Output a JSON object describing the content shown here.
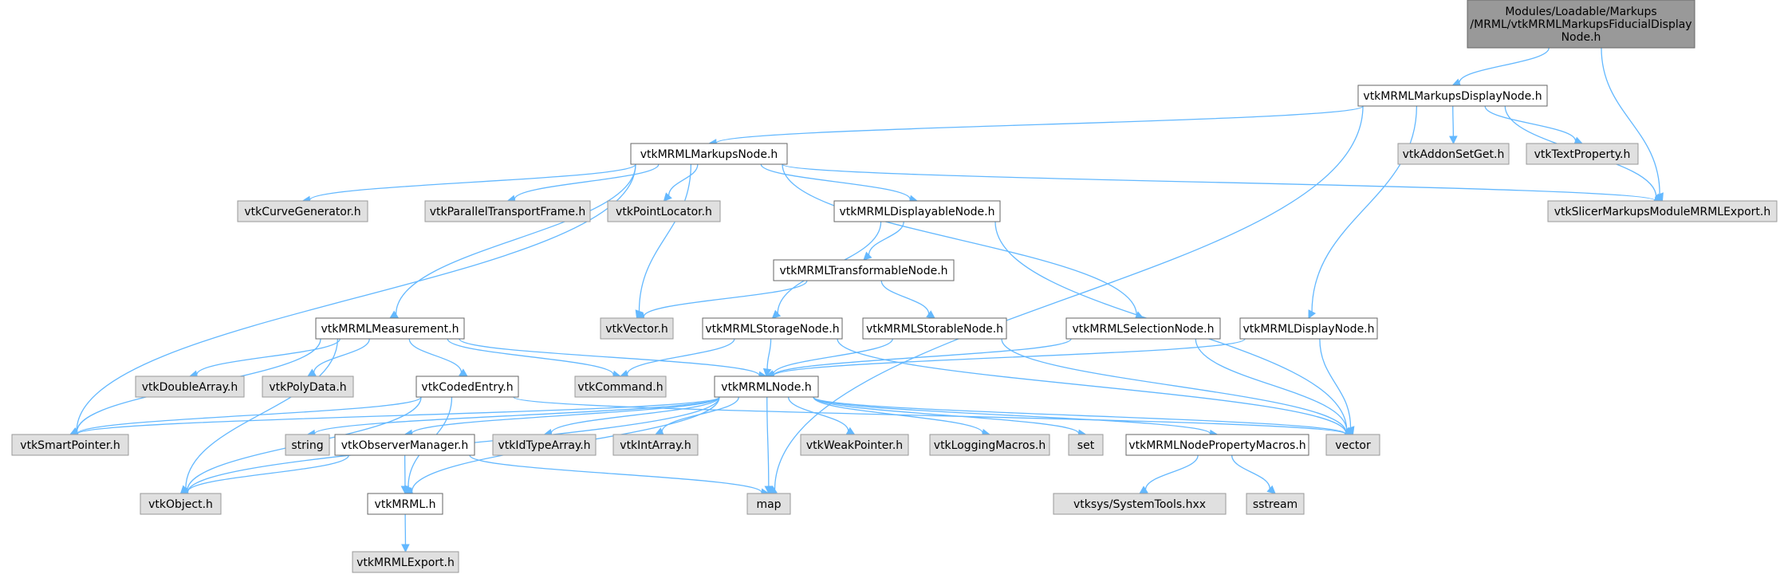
{
  "colors": {
    "root_fill": "#999999",
    "root_stroke": "#666666",
    "node_fill": "#ffffff",
    "node_stroke": "#666666",
    "external_fill": "#e0e0e0",
    "external_stroke": "#999999",
    "edge": "#63b8ff"
  },
  "nodes": [
    {
      "id": "root",
      "kind": "root",
      "lines": [
        "Modules/Loadable/Markups",
        "/MRML/vtkMRMLMarkupsFiducialDisplay",
        "Node.h"
      ]
    },
    {
      "id": "markupsdisplaynode",
      "kind": "doc",
      "lines": [
        "vtkMRMLMarkupsDisplayNode.h"
      ]
    },
    {
      "id": "markupsnode",
      "kind": "doc",
      "lines": [
        "vtkMRMLMarkupsNode.h"
      ]
    },
    {
      "id": "addonsetget",
      "kind": "external",
      "lines": [
        "vtkAddonSetGet.h"
      ]
    },
    {
      "id": "textproperty",
      "kind": "external",
      "lines": [
        "vtkTextProperty.h"
      ]
    },
    {
      "id": "slicerexport",
      "kind": "external",
      "lines": [
        "vtkSlicerMarkupsModuleMRMLExport.h"
      ]
    },
    {
      "id": "curvegenerator",
      "kind": "external",
      "lines": [
        "vtkCurveGenerator.h"
      ]
    },
    {
      "id": "paralleltransport",
      "kind": "external",
      "lines": [
        "vtkParallelTransportFrame.h"
      ]
    },
    {
      "id": "pointlocator",
      "kind": "external",
      "lines": [
        "vtkPointLocator.h"
      ]
    },
    {
      "id": "displayablenode",
      "kind": "doc",
      "lines": [
        "vtkMRMLDisplayableNode.h"
      ]
    },
    {
      "id": "transformablenode",
      "kind": "doc",
      "lines": [
        "vtkMRMLTransformableNode.h"
      ]
    },
    {
      "id": "measurement",
      "kind": "doc",
      "lines": [
        "vtkMRMLMeasurement.h"
      ]
    },
    {
      "id": "vector_h",
      "kind": "external",
      "lines": [
        "vtkVector.h"
      ]
    },
    {
      "id": "storagenode",
      "kind": "doc",
      "lines": [
        "vtkMRMLStorageNode.h"
      ]
    },
    {
      "id": "storablenode",
      "kind": "doc",
      "lines": [
        "vtkMRMLStorableNode.h"
      ]
    },
    {
      "id": "selectionnode",
      "kind": "doc",
      "lines": [
        "vtkMRMLSelectionNode.h"
      ]
    },
    {
      "id": "displaynode",
      "kind": "doc",
      "lines": [
        "vtkMRMLDisplayNode.h"
      ]
    },
    {
      "id": "doublearray",
      "kind": "external",
      "lines": [
        "vtkDoubleArray.h"
      ]
    },
    {
      "id": "polydata",
      "kind": "external",
      "lines": [
        "vtkPolyData.h"
      ]
    },
    {
      "id": "codedentry",
      "kind": "doc",
      "lines": [
        "vtkCodedEntry.h"
      ]
    },
    {
      "id": "command",
      "kind": "external",
      "lines": [
        "vtkCommand.h"
      ]
    },
    {
      "id": "mrmlnode",
      "kind": "doc",
      "lines": [
        "vtkMRMLNode.h"
      ]
    },
    {
      "id": "smartpointer",
      "kind": "external",
      "lines": [
        "vtkSmartPointer.h"
      ]
    },
    {
      "id": "string",
      "kind": "external",
      "lines": [
        "string"
      ]
    },
    {
      "id": "observermanager",
      "kind": "doc",
      "lines": [
        "vtkObserverManager.h"
      ]
    },
    {
      "id": "idtypearray",
      "kind": "external",
      "lines": [
        "vtkIdTypeArray.h"
      ]
    },
    {
      "id": "intarray",
      "kind": "external",
      "lines": [
        "vtkIntArray.h"
      ]
    },
    {
      "id": "weakpointer",
      "kind": "external",
      "lines": [
        "vtkWeakPointer.h"
      ]
    },
    {
      "id": "loggingmacros",
      "kind": "external",
      "lines": [
        "vtkLoggingMacros.h"
      ]
    },
    {
      "id": "set",
      "kind": "external",
      "lines": [
        "set"
      ]
    },
    {
      "id": "vector",
      "kind": "external",
      "lines": [
        "vector"
      ]
    },
    {
      "id": "nodepropertymacros",
      "kind": "doc",
      "lines": [
        "vtkMRMLNodePropertyMacros.h"
      ]
    },
    {
      "id": "object",
      "kind": "external",
      "lines": [
        "vtkObject.h"
      ]
    },
    {
      "id": "mrml_h",
      "kind": "doc",
      "lines": [
        "vtkMRML.h"
      ]
    },
    {
      "id": "map",
      "kind": "external",
      "lines": [
        "map"
      ]
    },
    {
      "id": "systemtools",
      "kind": "external",
      "lines": [
        "vtksys/SystemTools.hxx"
      ]
    },
    {
      "id": "sstream",
      "kind": "external",
      "lines": [
        "sstream"
      ]
    },
    {
      "id": "mrmlexport",
      "kind": "external",
      "lines": [
        "vtkMRMLExport.h"
      ]
    }
  ],
  "edges": [
    [
      "root",
      "markupsdisplaynode"
    ],
    [
      "root",
      "slicerexport"
    ],
    [
      "markupsdisplaynode",
      "markupsnode"
    ],
    [
      "markupsdisplaynode",
      "addonsetget"
    ],
    [
      "markupsdisplaynode",
      "textproperty"
    ],
    [
      "markupsdisplaynode",
      "slicerexport"
    ],
    [
      "markupsdisplaynode",
      "displaynode"
    ],
    [
      "markupsdisplaynode",
      "map"
    ],
    [
      "markupsnode",
      "curvegenerator"
    ],
    [
      "markupsnode",
      "paralleltransport"
    ],
    [
      "markupsnode",
      "pointlocator"
    ],
    [
      "markupsnode",
      "displayablenode"
    ],
    [
      "markupsnode",
      "slicerexport"
    ],
    [
      "markupsnode",
      "measurement"
    ],
    [
      "markupsnode",
      "vector_h"
    ],
    [
      "markupsnode",
      "selectionnode"
    ],
    [
      "markupsnode",
      "smartpointer"
    ],
    [
      "displayablenode",
      "transformablenode"
    ],
    [
      "displayablenode",
      "storagenode"
    ],
    [
      "displayablenode",
      "vector"
    ],
    [
      "transformablenode",
      "storablenode"
    ],
    [
      "transformablenode",
      "vector_h"
    ],
    [
      "measurement",
      "doublearray"
    ],
    [
      "measurement",
      "polydata"
    ],
    [
      "measurement",
      "codedentry"
    ],
    [
      "measurement",
      "command"
    ],
    [
      "measurement",
      "mrmlnode"
    ],
    [
      "measurement",
      "smartpointer"
    ],
    [
      "measurement",
      "object"
    ],
    [
      "storagenode",
      "command"
    ],
    [
      "storagenode",
      "mrmlnode"
    ],
    [
      "storagenode",
      "vector"
    ],
    [
      "storablenode",
      "mrmlnode"
    ],
    [
      "storablenode",
      "vector"
    ],
    [
      "selectionnode",
      "mrmlnode"
    ],
    [
      "selectionnode",
      "vector"
    ],
    [
      "displaynode",
      "mrmlnode"
    ],
    [
      "displaynode",
      "vector"
    ],
    [
      "codedentry",
      "smartpointer"
    ],
    [
      "codedentry",
      "object"
    ],
    [
      "codedentry",
      "mrml_h"
    ],
    [
      "codedentry",
      "vector"
    ],
    [
      "mrmlnode",
      "smartpointer"
    ],
    [
      "mrmlnode",
      "string"
    ],
    [
      "mrmlnode",
      "observermanager"
    ],
    [
      "mrmlnode",
      "idtypearray"
    ],
    [
      "mrmlnode",
      "intarray"
    ],
    [
      "mrmlnode",
      "weakpointer"
    ],
    [
      "mrmlnode",
      "loggingmacros"
    ],
    [
      "mrmlnode",
      "set"
    ],
    [
      "mrmlnode",
      "nodepropertymacros"
    ],
    [
      "mrmlnode",
      "vector"
    ],
    [
      "mrmlnode",
      "object"
    ],
    [
      "mrmlnode",
      "mrml_h"
    ],
    [
      "mrmlnode",
      "map"
    ],
    [
      "observermanager",
      "object"
    ],
    [
      "observermanager",
      "mrml_h"
    ],
    [
      "observermanager",
      "map"
    ],
    [
      "nodepropertymacros",
      "systemtools"
    ],
    [
      "nodepropertymacros",
      "sstream"
    ],
    [
      "mrml_h",
      "mrmlexport"
    ]
  ]
}
